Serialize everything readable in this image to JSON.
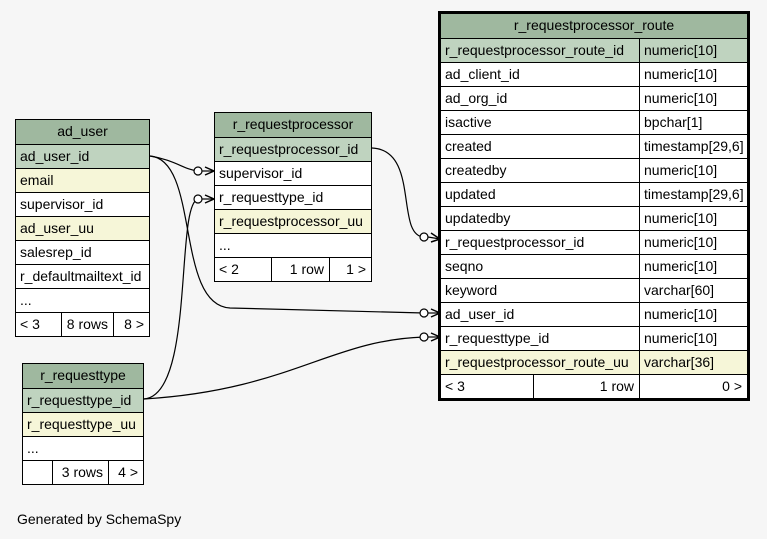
{
  "tables": {
    "ad_user": {
      "name": "ad_user",
      "columns": [
        {
          "name": "ad_user_id",
          "kind": "pk"
        },
        {
          "name": "email",
          "kind": "uq"
        },
        {
          "name": "supervisor_id",
          "kind": "plain"
        },
        {
          "name": "ad_user_uu",
          "kind": "uq"
        },
        {
          "name": "salesrep_id",
          "kind": "plain"
        },
        {
          "name": "r_defaultmailtext_id",
          "kind": "plain"
        },
        {
          "name": "...",
          "kind": "plain"
        }
      ],
      "footer": [
        "< 3",
        "8 rows",
        "8 >"
      ]
    },
    "r_requestprocessor": {
      "name": "r_requestprocessor",
      "columns": [
        {
          "name": "r_requestprocessor_id",
          "kind": "pk"
        },
        {
          "name": "supervisor_id",
          "kind": "plain"
        },
        {
          "name": "r_requesttype_id",
          "kind": "plain"
        },
        {
          "name": "r_requestprocessor_uu",
          "kind": "uq"
        },
        {
          "name": "...",
          "kind": "plain"
        }
      ],
      "footer": [
        "< 2",
        "1 row",
        "1 >"
      ]
    },
    "r_requesttype": {
      "name": "r_requesttype",
      "columns": [
        {
          "name": "r_requesttype_id",
          "kind": "pk"
        },
        {
          "name": "r_requesttype_uu",
          "kind": "uq"
        },
        {
          "name": "...",
          "kind": "plain"
        }
      ],
      "footer": [
        "",
        "3 rows",
        "4 >"
      ]
    },
    "r_requestprocessor_route": {
      "name": "r_requestprocessor_route",
      "columns": [
        {
          "name": "r_requestprocessor_route_id",
          "type": "numeric[10]",
          "kind": "pk"
        },
        {
          "name": "ad_client_id",
          "type": "numeric[10]",
          "kind": "plain"
        },
        {
          "name": "ad_org_id",
          "type": "numeric[10]",
          "kind": "plain"
        },
        {
          "name": "isactive",
          "type": "bpchar[1]",
          "kind": "plain"
        },
        {
          "name": "created",
          "type": "timestamp[29,6]",
          "kind": "plain"
        },
        {
          "name": "createdby",
          "type": "numeric[10]",
          "kind": "plain"
        },
        {
          "name": "updated",
          "type": "timestamp[29,6]",
          "kind": "plain"
        },
        {
          "name": "updatedby",
          "type": "numeric[10]",
          "kind": "plain"
        },
        {
          "name": "r_requestprocessor_id",
          "type": "numeric[10]",
          "kind": "plain"
        },
        {
          "name": "seqno",
          "type": "numeric[10]",
          "kind": "plain"
        },
        {
          "name": "keyword",
          "type": "varchar[60]",
          "kind": "plain"
        },
        {
          "name": "ad_user_id",
          "type": "numeric[10]",
          "kind": "plain"
        },
        {
          "name": "r_requesttype_id",
          "type": "numeric[10]",
          "kind": "plain"
        },
        {
          "name": "r_requestprocessor_route_uu",
          "type": "varchar[36]",
          "kind": "uq"
        }
      ],
      "footer": [
        "< 3",
        "1 row",
        "0 >"
      ]
    }
  },
  "footer_note": "Generated by SchemaSpy"
}
